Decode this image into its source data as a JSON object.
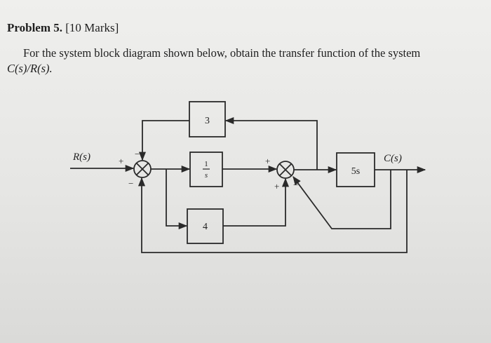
{
  "problem": {
    "title": "Problem 5.",
    "marks": "[10 Marks]"
  },
  "prompt": {
    "line1": "For the system block diagram shown below, obtain the transfer function of the system",
    "line2": "C(s)/R(s)."
  },
  "diagram": {
    "input_label": "R(s)",
    "output_label": "C(s)",
    "blocks": {
      "feedback_gain": "3",
      "forward_gain_num": "1",
      "forward_gain_den": "s",
      "lower_gain": "4",
      "plant": "5s"
    },
    "junction1_signs": {
      "input": "+",
      "top": "−",
      "bottom": "−"
    },
    "junction2_signs": {
      "top": "+",
      "bottom_left": "+",
      "bottom_right": "−"
    }
  }
}
